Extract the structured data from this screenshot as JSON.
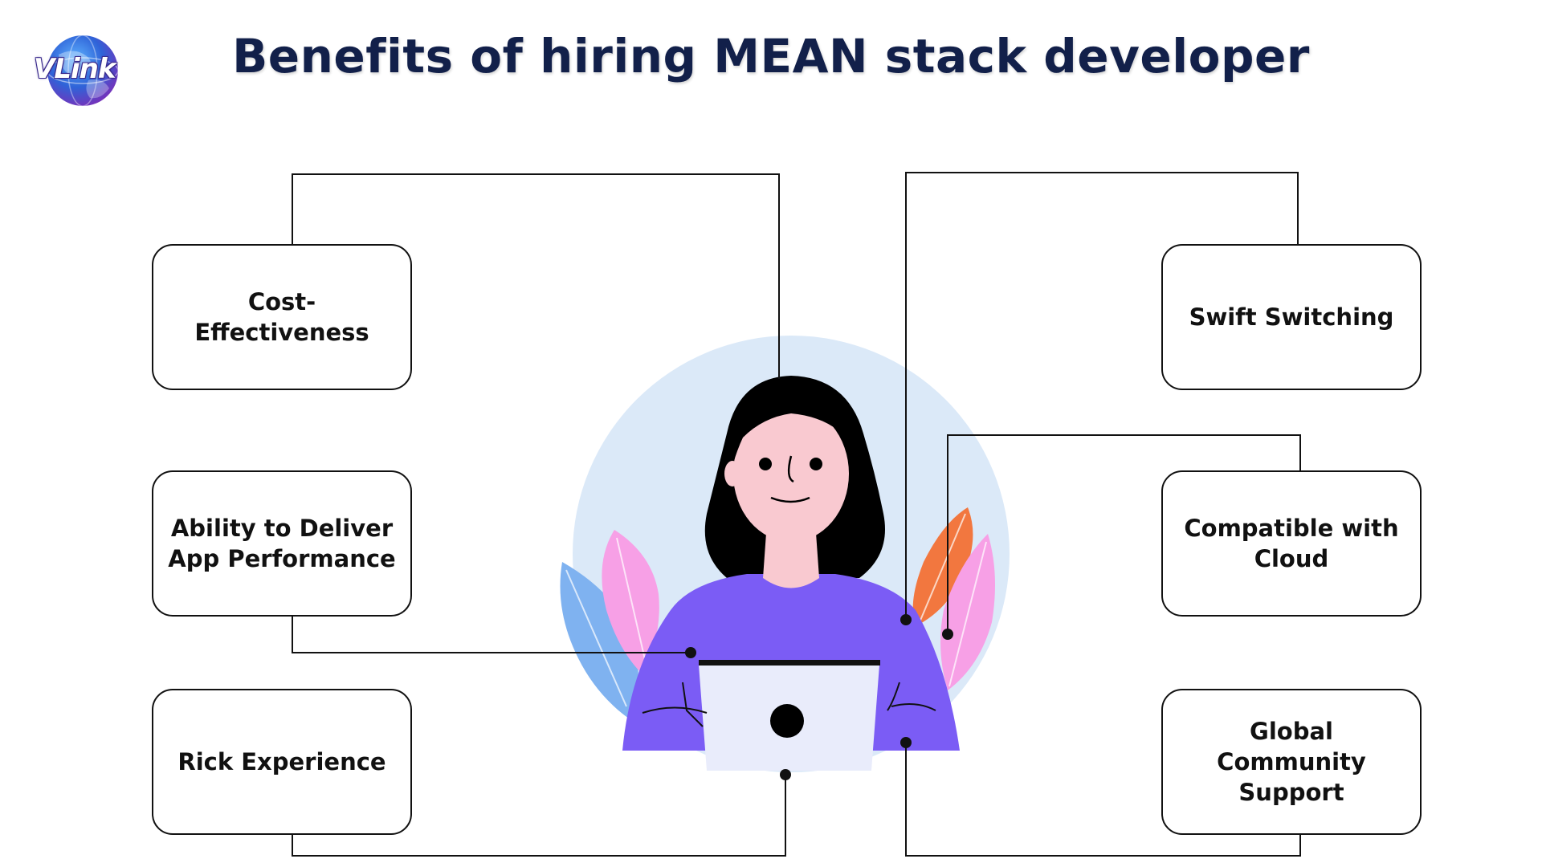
{
  "header": {
    "logo_text": "VLink",
    "title": "Benefits of hiring MEAN stack developer"
  },
  "benefits": {
    "cost": "Cost-Effectiveness",
    "ability": "Ability to Deliver\nApp Performance",
    "rick": "Rick Experience",
    "swift": "Swift Switching",
    "cloud": "Compatible with\nCloud",
    "global": "Global Community\nSupport"
  },
  "colors": {
    "title": "#12204a",
    "circle_bg": "#dbe9f8",
    "sweater": "#7b5cf5",
    "hair": "#000000",
    "skin": "#f9c9d0",
    "laptop": "#e9ecfb",
    "leaf_blue": "#7fb2f0",
    "leaf_pink": "#f7a0e6",
    "leaf_orange": "#f2773f",
    "line": "#111111"
  },
  "icons": {
    "logo": "globe-logo-icon",
    "illustration": "developer-woman-laptop-icon"
  }
}
